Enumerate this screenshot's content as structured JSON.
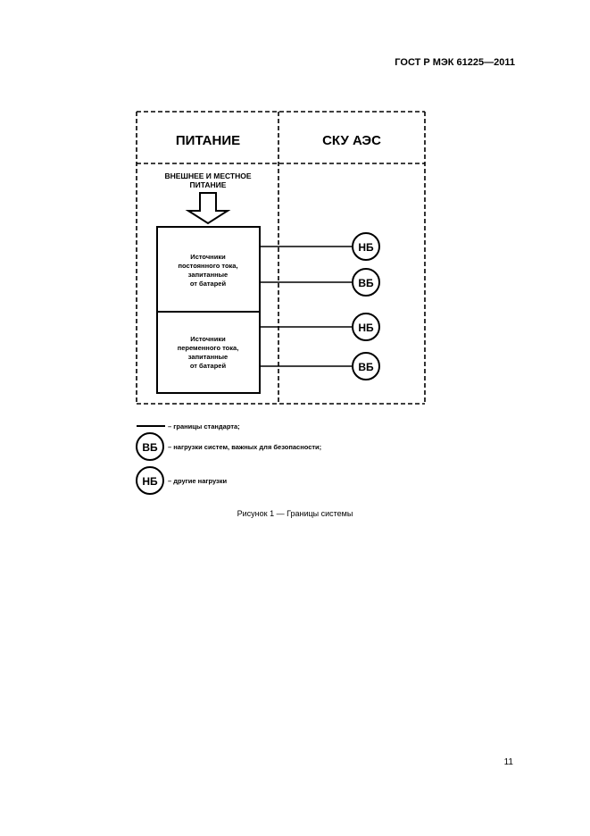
{
  "header": {
    "standard": "ГОСТ Р МЭК 61225—2011"
  },
  "diagram": {
    "col_left_title": "ПИТАНИЕ",
    "col_right_title": "СКУ АЭС",
    "external_power_label_line1": "ВНЕШНЕЕ И МЕСТНОЕ",
    "external_power_label_line2": "ПИТАНИЕ",
    "dc_source_lines": [
      "Источники",
      "постоянного тока,",
      "запитанные",
      "от батарей"
    ],
    "ac_source_lines": [
      "Источники",
      "переменного тока,",
      "запитанные",
      "от батарей"
    ],
    "load_nb": "НБ",
    "load_vb": "ВБ"
  },
  "legend": {
    "boundary": "– границы стандарта;",
    "vb_symbol": "ВБ",
    "vb_desc": "– нагрузки систем, важных для безопасности;",
    "nb_symbol": "НБ",
    "nb_desc": "– другие нагрузки"
  },
  "caption": "Рисунок 1 — Границы системы",
  "page_number": "11"
}
